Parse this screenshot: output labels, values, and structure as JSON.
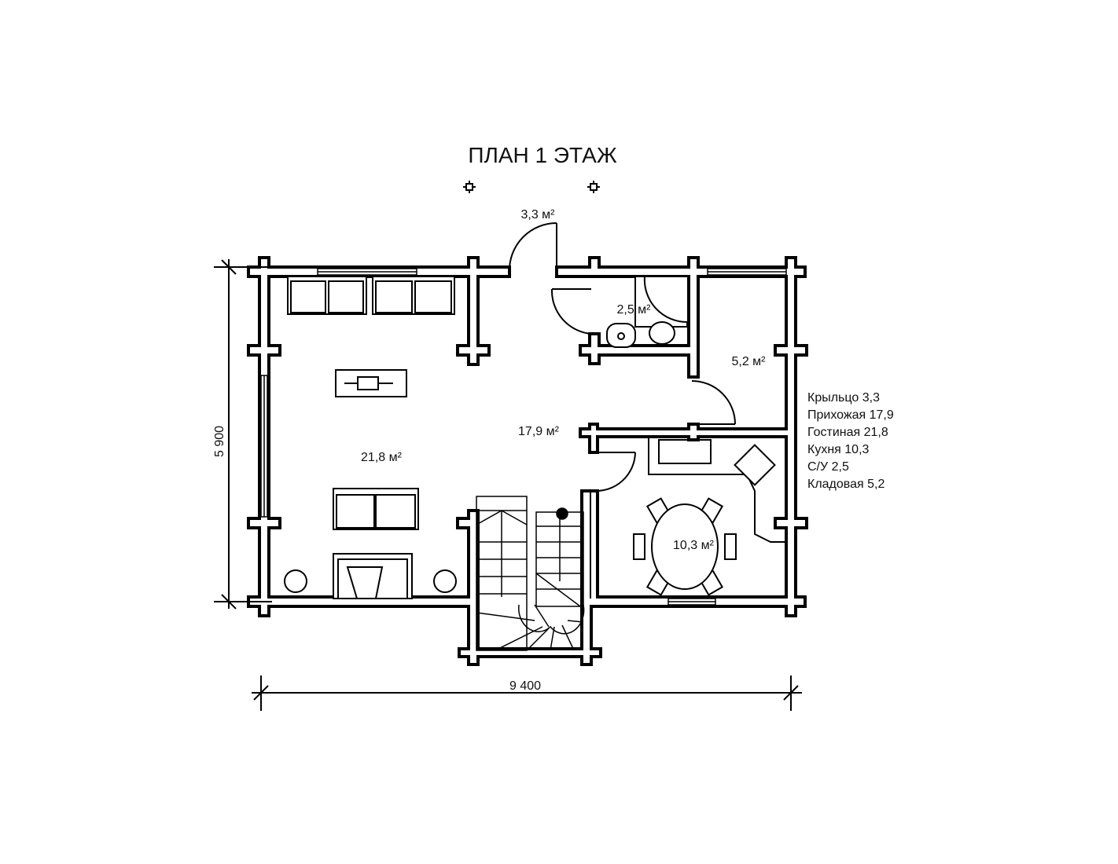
{
  "title": "ПЛАН 1 ЭТАЖ",
  "rooms": {
    "porch": "3,3 м²",
    "bathroom": "2,5 м²",
    "storage": "5,2 м²",
    "hall": "17,9 м²",
    "living": "21,8 м²",
    "kitchen": "10,3 м²"
  },
  "dimensions": {
    "height": "5 900",
    "width": "9 400"
  },
  "legend": [
    "Крыльцо 3,3",
    "Прихожая 17,9",
    "Гостиная 21,8",
    "Кухня 10,3",
    "С/У 2,5",
    "Кладовая 5,2"
  ]
}
